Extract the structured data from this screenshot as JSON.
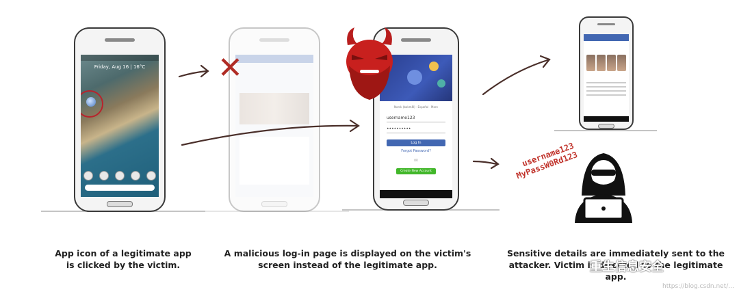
{
  "phone1": {
    "clock_text": "Friday, Aug 16  |  16°C"
  },
  "phone3": {
    "language_line": "Norsk (bokmål) · Español · More",
    "username_value": "username123",
    "password_value": "••••••••••",
    "login_button": "Log In",
    "forgot_link": "Forgot Password?",
    "or_text": "OR",
    "create_button": "Create New Account"
  },
  "leaked_credentials": {
    "username": "username123",
    "password": "MyPassW0Rd123"
  },
  "captions": {
    "step1": "App icon of a legitimate app is clicked by the victim.",
    "step2": "A malicious log-in page is displayed on the victim's screen instead of the legitimate app.",
    "step3": "Sensitive details are immediately sent to the attacker. Victim is directed to the legitimate app."
  },
  "watermark": {
    "text": "重生信息安全",
    "url": "https://blog.csdn.net/..."
  },
  "colors": {
    "accent_red": "#b02c25",
    "facebook_blue": "#4267b2",
    "create_green": "#42b72a"
  }
}
